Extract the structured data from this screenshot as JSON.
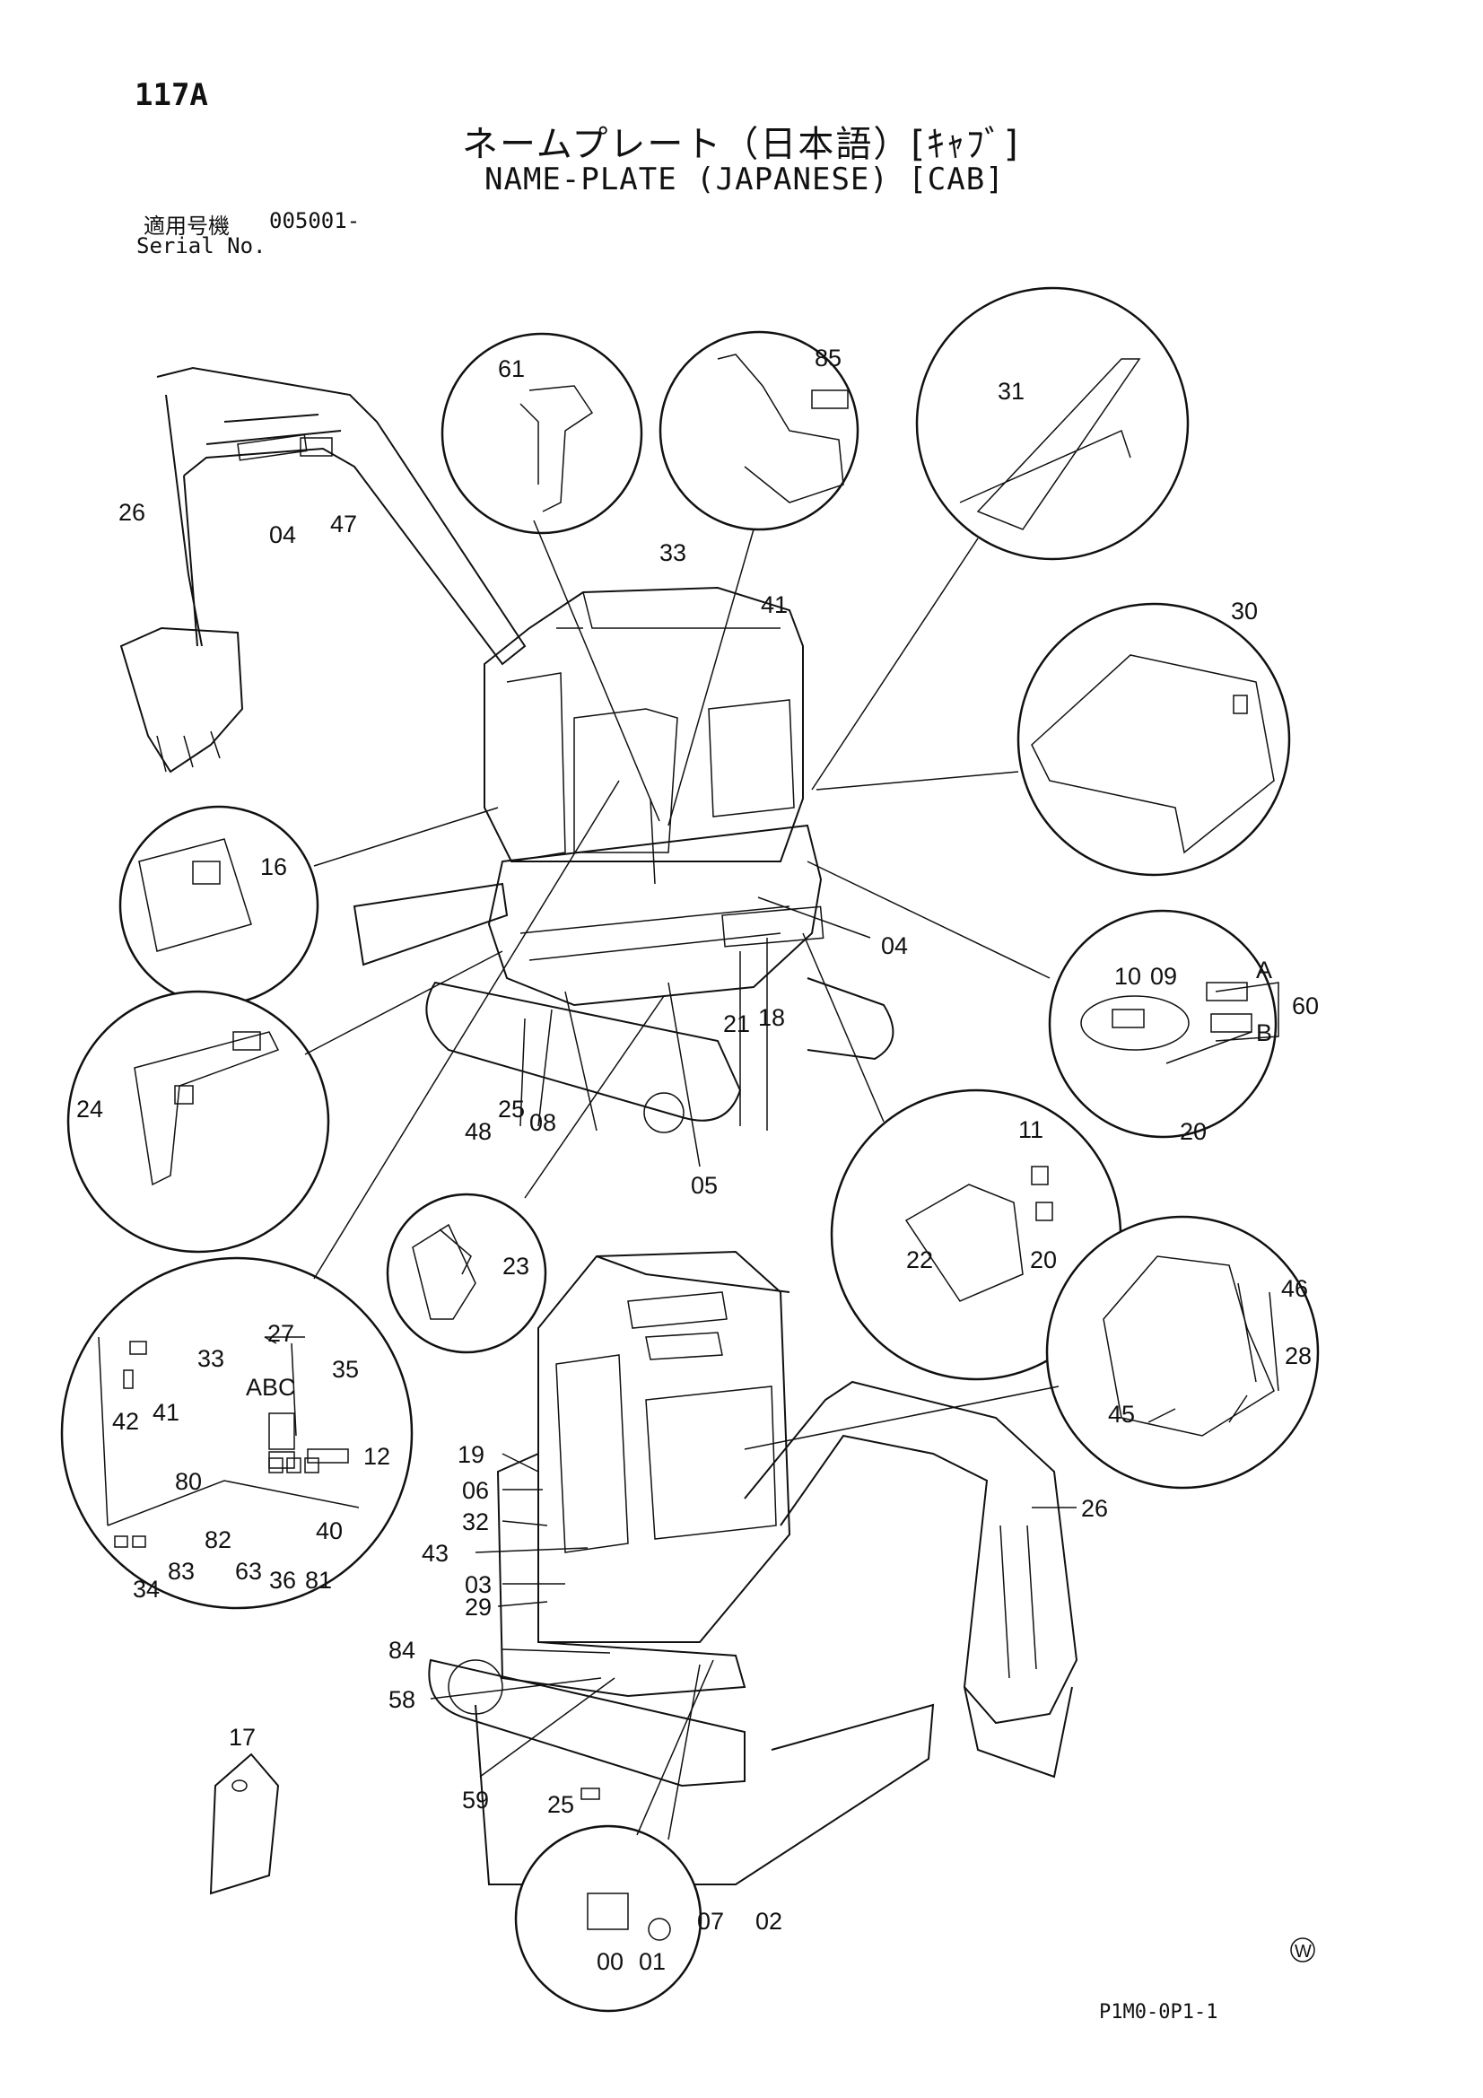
{
  "header": {
    "page_number": "117A",
    "title_jp": "ネームプレート（日本語）[ｷｬﾌﾞ]",
    "title_en": "NAME-PLATE (JAPANESE) [CAB]",
    "serial_label_jp": "適用号機",
    "serial_value": "005001-",
    "serial_label_en": "Serial No."
  },
  "footer": {
    "doc_code": "P1M0-0P1-1",
    "mark": "W"
  },
  "callouts": {
    "c61": "61",
    "c85": "85",
    "c31": "31",
    "c26a": "26",
    "c04a": "04",
    "c47": "47",
    "c33a": "33",
    "c41a": "41",
    "c30": "30",
    "c16": "16",
    "c04b": "04",
    "c10": "10",
    "c09": "09",
    "cA": "A",
    "cB": "B",
    "c60": "60",
    "c20a": "20",
    "c24": "24",
    "c48": "48",
    "c25a": "25",
    "c08": "08",
    "c21": "21",
    "c18": "18",
    "c05": "05",
    "c11": "11",
    "c22": "22",
    "c20b": "20",
    "c23": "23",
    "c27": "27",
    "cABC": "ABC",
    "c33b": "33",
    "c35": "35",
    "c42": "42",
    "c41b": "41",
    "c12": "12",
    "c80": "80",
    "c40": "40",
    "c82": "82",
    "c63": "63",
    "c36": "36",
    "c81": "81",
    "c34": "34",
    "c83": "83",
    "c46": "46",
    "c28": "28",
    "c45": "45",
    "c26b": "26",
    "c19": "19",
    "c06": "06",
    "c32": "32",
    "c43": "43",
    "c03": "03",
    "c29": "29",
    "c84": "84",
    "c58": "58",
    "c59": "59",
    "c25b": "25",
    "c17": "17",
    "c07": "07",
    "c02": "02",
    "c00": "00",
    "c01": "01"
  }
}
